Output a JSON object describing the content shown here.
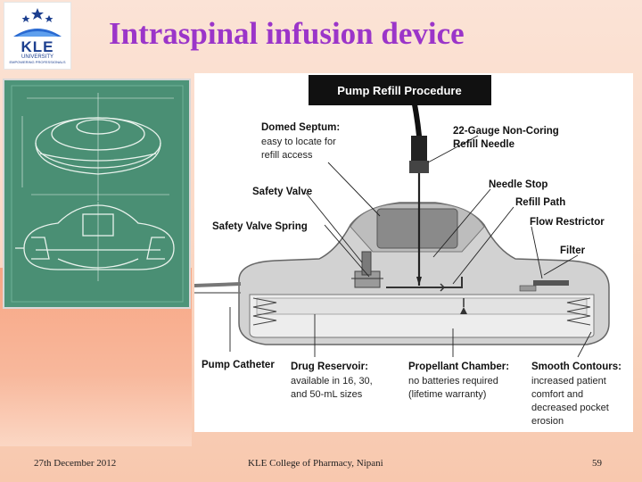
{
  "slide": {
    "title": "Intraspinal infusion device",
    "logo_text": "KLE",
    "logo_sub_1": "UNIVERSITY",
    "logo_sub_2": "EMPOWERING PROFESSIONALS",
    "footer_left": "27th December 2012",
    "footer_center": "KLE College of Pharmacy, Nipani",
    "page_number": "59"
  },
  "diagram": {
    "heading": "Pump Refill Procedure",
    "labels": {
      "domed_septum": "Domed Septum:",
      "domed_septum_desc_1": "easy to locate for",
      "domed_septum_desc_2": "refill access",
      "needle_1": "22-Gauge Non-Coring",
      "needle_2": "Refill Needle",
      "needle_stop": "Needle Stop",
      "refill_path": "Refill Path",
      "safety_valve": "Safety Valve",
      "safety_valve_spring": "Safety Valve Spring",
      "flow_restrictor": "Flow Restrictor",
      "filter": "Filter",
      "pump_catheter": "Pump Catheter",
      "drug_reservoir": "Drug Reservoir:",
      "drug_reservoir_desc_1": "available in 16, 30,",
      "drug_reservoir_desc_2": "and 50-mL sizes",
      "propellant_chamber": "Propellant Chamber:",
      "propellant_desc_1": "no batteries required",
      "propellant_desc_2": "(lifetime warranty)",
      "smooth_contours": "Smooth Contours:",
      "smooth_desc_1": "increased patient",
      "smooth_desc_2": "comfort and",
      "smooth_desc_3": "decreased pocket",
      "smooth_desc_4": "erosion"
    }
  },
  "colors": {
    "title": "#9b35c9",
    "photo_bg": "#4d9479",
    "device_gray": "#c9c9c9",
    "device_dark": "#7a7a7a"
  }
}
